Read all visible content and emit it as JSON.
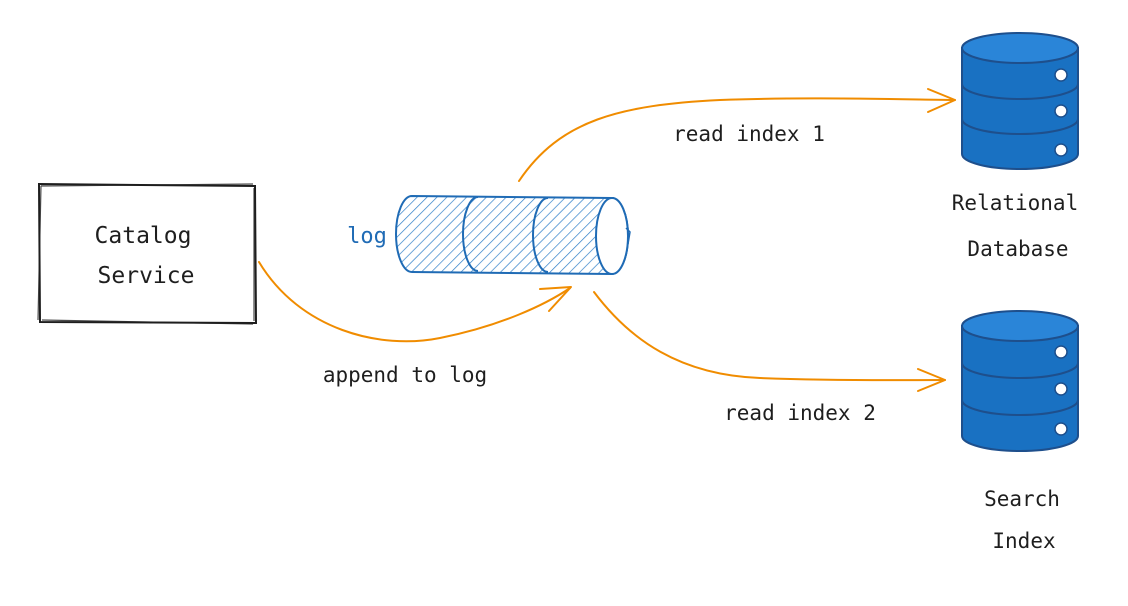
{
  "nodes": {
    "catalog_service": {
      "label_line1": "Catalog",
      "label_line2": "Service"
    },
    "log": {
      "label": "log"
    },
    "relational_database": {
      "label_line1": "Relational",
      "label_line2": "Database"
    },
    "search_index": {
      "label_line1": "Search",
      "label_line2": "Index"
    }
  },
  "edges": {
    "append": {
      "label": "append to log"
    },
    "read1": {
      "label": "read index 1"
    },
    "read2": {
      "label": "read index 2"
    }
  },
  "colors": {
    "arrow": "#f08c00",
    "db_fill": "#1971c2",
    "db_stroke": "#1e4f8c",
    "log_stroke": "#1f6bb5",
    "text": "#1e1e1e"
  }
}
